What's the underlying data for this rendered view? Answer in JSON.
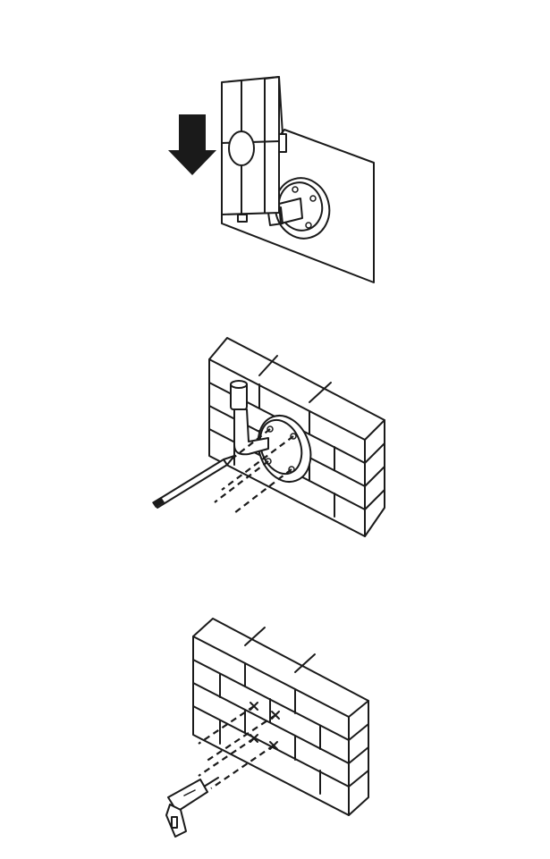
{
  "colors": {
    "line": "#1a1a1a",
    "background": "#ffffff",
    "arrow": "#1a1a1a"
  },
  "steps": [
    {
      "name": "slide-camera-down-onto-mount",
      "icons": [
        "camera-icon",
        "down-arrow-icon",
        "wall-mount-icon"
      ]
    },
    {
      "name": "mark-drill-holes",
      "icons": [
        "brick-wall-icon",
        "wall-mount-icon",
        "pencil-icon"
      ]
    },
    {
      "name": "drill-holes",
      "icons": [
        "brick-wall-icon",
        "x-mark-icon",
        "drill-icon"
      ]
    }
  ]
}
